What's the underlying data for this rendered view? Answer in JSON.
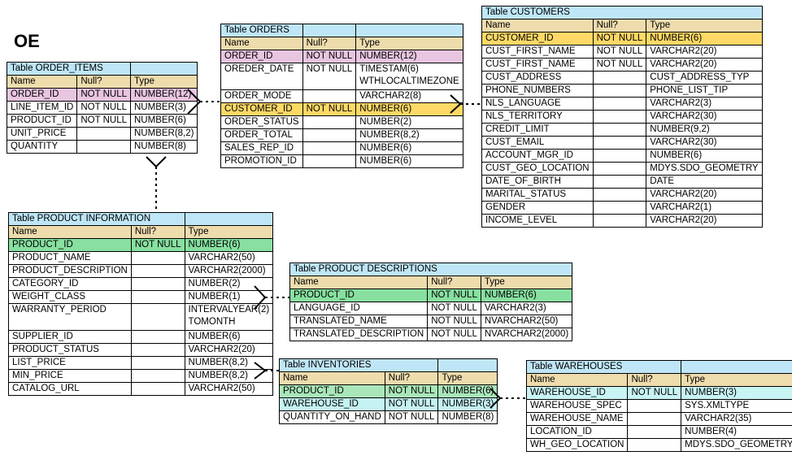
{
  "schema_label": "OE",
  "headers": {
    "name": "Name",
    "null": "Null?",
    "type": "Type"
  },
  "tables": {
    "order_items": {
      "title": "Table ORDER_ITEMS",
      "rows": [
        {
          "name": "ORDER_ID",
          "null": "NOT NULL",
          "type": "NUMBER(12)"
        },
        {
          "name": "LINE_ITEM_ID",
          "null": "NOT NULL",
          "type": "NUMBER(3)"
        },
        {
          "name": "PRODUCT_ID",
          "null": "NOT NULL",
          "type": "NUMBER(6)"
        },
        {
          "name": "UNIT_PRICE",
          "null": "",
          "type": "NUMBER(8,2)"
        },
        {
          "name": "QUANTITY",
          "null": "",
          "type": "NUMBER(8)"
        }
      ]
    },
    "orders": {
      "title": "Table ORDERS",
      "rows": [
        {
          "name": "ORDER_ID",
          "null": "NOT NULL",
          "type": "NUMBER(12)"
        },
        {
          "name": "OREDER_DATE",
          "null": "NOT NULL",
          "type": "TIMESTAM(6)",
          "type2": "WTHLOCALTIMEZONE"
        },
        {
          "name": "ORDER_MODE",
          "null": "",
          "type": "VARCHAR2(8)"
        },
        {
          "name": "CUSTOMER_ID",
          "null": "NOT NULL",
          "type": "NUMBER(6)"
        },
        {
          "name": "ORDER_STATUS",
          "null": "",
          "type": "NUMBER(2)"
        },
        {
          "name": "ORDER_TOTAL",
          "null": "",
          "type": "NUMBER(8,2)"
        },
        {
          "name": "SALES_REP_ID",
          "null": "",
          "type": "NUMBER(6)"
        },
        {
          "name": "PROMOTION_ID",
          "null": "",
          "type": "NUMBER(6)"
        }
      ]
    },
    "customers": {
      "title": "Table CUSTOMERS",
      "rows": [
        {
          "name": "CUSTOMER_ID",
          "null": "NOT NULL",
          "type": "NUMBER(6)"
        },
        {
          "name": "CUST_FIRST_NAME",
          "null": "NOT NULL",
          "type": "VARCHAR2(20)"
        },
        {
          "name": "CUST_FIRST_NAME",
          "null": "NOT NULL",
          "type": "VARCHAR2(20)"
        },
        {
          "name": "CUST_ADDRESS",
          "null": "",
          "type": "CUST_ADDRESS_TYP"
        },
        {
          "name": "PHONE_NUMBERS",
          "null": "",
          "type": "PHONE_LIST_TIP"
        },
        {
          "name": "NLS_LANGUAGE",
          "null": "",
          "type": "VARCHAR2(3)"
        },
        {
          "name": "NLS_TERRITORY",
          "null": "",
          "type": "VARCHAR2(30)"
        },
        {
          "name": "CREDIT_LIMIT",
          "null": "",
          "type": "NUMBER(9,2)"
        },
        {
          "name": "CUST_EMAIL",
          "null": "",
          "type": "VARCHAR2(30)"
        },
        {
          "name": "ACCOUNT_MGR_ID",
          "null": "",
          "type": "NUMBER(6)"
        },
        {
          "name": "CUST_GEO_LOCATION",
          "null": "",
          "type": "MDYS.SDO_GEOMETRY"
        },
        {
          "name": "DATE_OF_BIRTH",
          "null": "",
          "type": "DATE"
        },
        {
          "name": "MARITAL_STATUS",
          "null": "",
          "type": "VARCHAR2(20)"
        },
        {
          "name": "GENDER",
          "null": "",
          "type": "VARCHAR2(1)"
        },
        {
          "name": "INCOME_LEVEL",
          "null": "",
          "type": "VARCHAR2(20)"
        }
      ]
    },
    "product_information": {
      "title": "Table PRODUCT INFORMATION",
      "rows": [
        {
          "name": "PRODUCT_ID",
          "null": "NOT NULL",
          "type": "NUMBER(6)"
        },
        {
          "name": "PRODUCT_NAME",
          "null": "",
          "type": "VARCHAR2(50)"
        },
        {
          "name": "PRODUCT_DESCRIPTION",
          "null": "",
          "type": "VARCHAR2(2000)"
        },
        {
          "name": "CATEGORY_ID",
          "null": "",
          "type": "NUMBER(2)"
        },
        {
          "name": "WEIGHT_CLASS",
          "null": "",
          "type": "NUMBER(1)"
        },
        {
          "name": "WARRANTY_PERIOD",
          "null": "",
          "type": "INTERVALYEAR(2)",
          "type2": "TOMONTH"
        },
        {
          "name": "SUPPLIER_ID",
          "null": "",
          "type": "NUMBER(6)"
        },
        {
          "name": "PRODUCT_STATUS",
          "null": "",
          "type": "VARCHAR2(20)"
        },
        {
          "name": "LIST_PRICE",
          "null": "",
          "type": "NUMBER(8,2)"
        },
        {
          "name": "MIN_PRICE",
          "null": "",
          "type": "NUMBER(8,2)"
        },
        {
          "name": "CATALOG_URL",
          "null": "",
          "type": "VARCHAR2(50)"
        }
      ]
    },
    "product_descriptions": {
      "title": "Table PRODUCT DESCRIPTIONS",
      "rows": [
        {
          "name": "PRODUCT_ID",
          "null": "NOT NULL",
          "type": "NUMBER(6)"
        },
        {
          "name": "LANGUAGE_ID",
          "null": "NOT NULL",
          "type": "VARCHAR2(3)"
        },
        {
          "name": "TRANSLATED_NAME",
          "null": "NOT NULL",
          "type": "NVARCHAR2(50)"
        },
        {
          "name": "TRANSLATED_DESCRIPTION",
          "null": "NOT NULL",
          "type": "NVARCHAR2(2000)"
        }
      ]
    },
    "inventories": {
      "title": "Table INVENTORIES",
      "rows": [
        {
          "name": "PRODUCT_ID",
          "null": "NOT NULL",
          "type": "NUMBER(6)"
        },
        {
          "name": "WAREHOUSE_ID",
          "null": "NOT NULL",
          "type": "NUMBER(3)"
        },
        {
          "name": "QUANTITY_ON_HAND",
          "null": "NOT NULL",
          "type": "NUMBER(8)"
        }
      ]
    },
    "warehouses": {
      "title": "Table WAREHOUSES",
      "rows": [
        {
          "name": "WAREHOUSE_ID",
          "null": "NOT NULL",
          "type": "NUMBER(3)"
        },
        {
          "name": "WAREHOUSE_SPEC",
          "null": "",
          "type": "SYS.XMLTYPE"
        },
        {
          "name": "WAREHOUSE_NAME",
          "null": "",
          "type": "VARCHAR2(35)"
        },
        {
          "name": "LOCATION_ID",
          "null": "",
          "type": "NUMBER(4)"
        },
        {
          "name": "WH_GEO_LOCATION",
          "null": "",
          "type": "MDYS.SDO_GEOMETRY"
        }
      ]
    }
  }
}
